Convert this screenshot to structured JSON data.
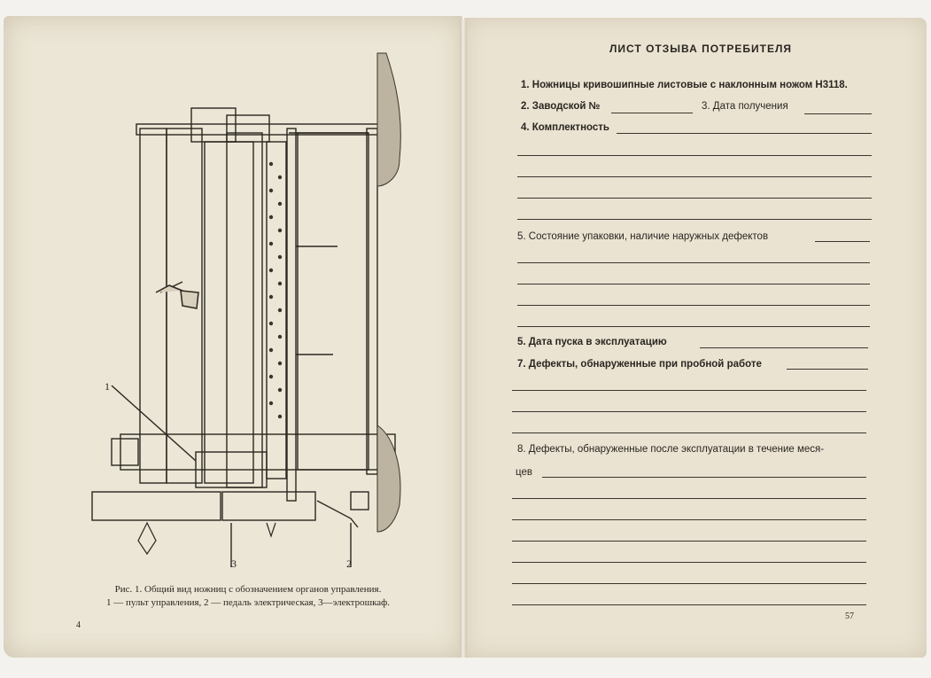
{
  "left_page": {
    "caption_line1": "Рис. 1. Общий вид ножниц с обозначением органов управления.",
    "caption_line2": "1 — пульт управления, 2 — педаль электрическая, 3—электрошкаф.",
    "label_1": "1",
    "label_2": "2",
    "label_3": "3",
    "page_number": "4"
  },
  "right_page": {
    "title": "ЛИСТ ОТЗЫВА ПОТРЕБИТЕЛЯ",
    "q1": "1. Ножницы кривошипные листовые с наклонным ножом Н3118.",
    "q2": "2. Заводской №",
    "q3": "3. Дата получения",
    "q4": "4. Комплектность",
    "q5": "5. Состояние упаковки, наличие наружных дефектов",
    "q6": "5. Дата пуска в эксплуатацию",
    "q7": "7. Дефекты, обнаруженные при пробной работе",
    "q8_line1": "8. Дефекты, обнаруженные после эксплуатации в течение меся-",
    "q8_line2": "цев",
    "page_number": "57"
  }
}
